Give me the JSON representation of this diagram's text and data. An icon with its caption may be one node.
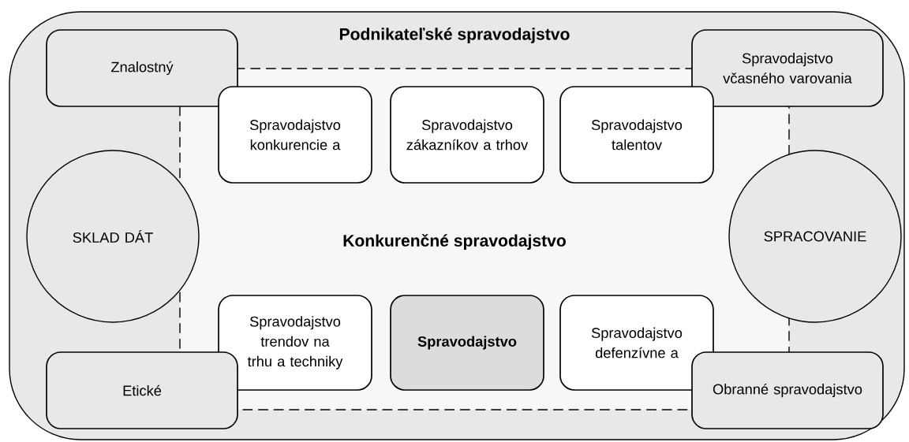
{
  "diagram": {
    "nodes": [
      {
        "text": [
          "Podnikateľské spravodajstvo"
        ]
      },
      {
        "text": [
          "Konkurenčné spravodajstvo"
        ],
        "in": 0
      },
      {
        "text": [
          "Znalostný"
        ],
        "in": 0
      },
      {
        "text": [
          "Spravodajstvo včasného varovania"
        ],
        "in": 0
      },
      {
        "text": [
          "Spravodajstvo konkurencie a"
        ],
        "in": 1
      },
      {
        "text": [
          "Spravodajstvo zákazníkov a trhov"
        ],
        "in": 1
      },
      {
        "text": [
          "Spravodajstvo talentov"
        ],
        "in": 1
      },
      {
        "text": [
          "SKLAD DÁT"
        ],
        "in": 0
      },
      {
        "text": [
          "SPRACOVANIE"
        ],
        "in": 0
      },
      {
        "text": [
          "Spravodajstvo trendov na trhu a techniky"
        ],
        "in": 1
      },
      {
        "text": [
          "Spravodajstvo"
        ],
        "in": 1
      },
      {
        "text": [
          "Spravodajstvo defenzívne a"
        ],
        "in": 1
      },
      {
        "text": [
          "Etické"
        ],
        "in": 0
      },
      {
        "text": [
          "Obranné spravodajstvo"
        ],
        "in": 0
      }
    ]
  }
}
